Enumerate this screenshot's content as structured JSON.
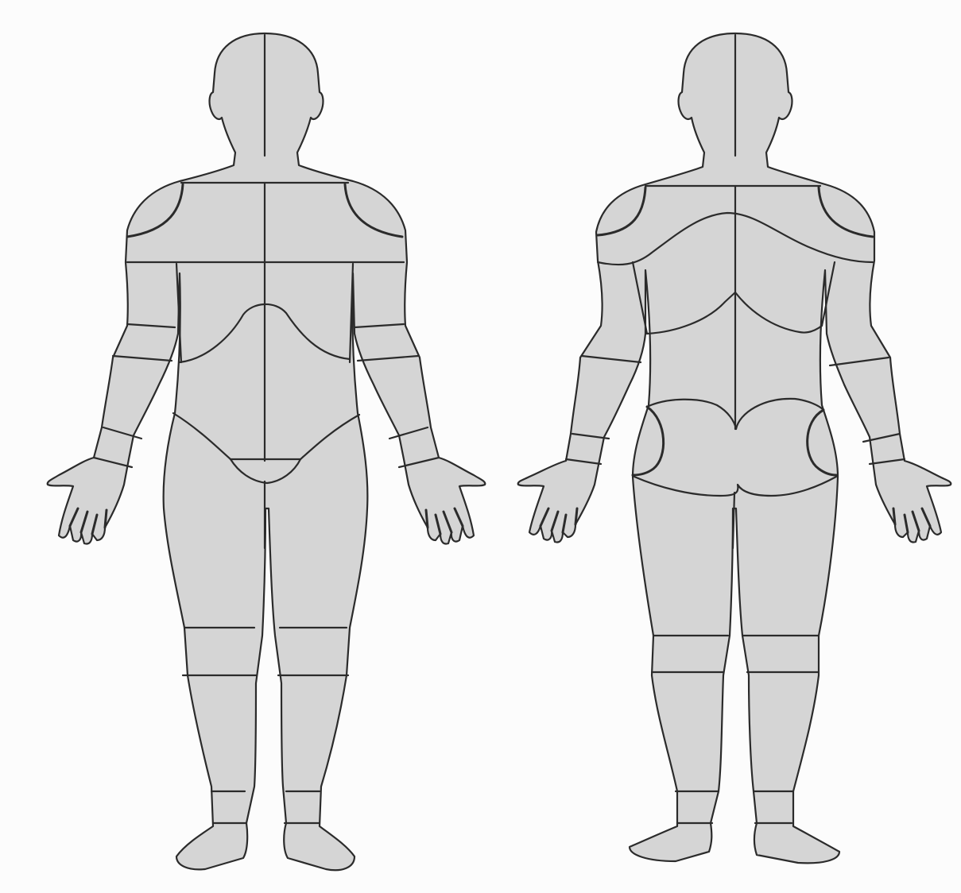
{
  "diagram": {
    "views": [
      {
        "view": "anterior",
        "name": "front-figure"
      },
      {
        "view": "posterior",
        "name": "back-figure"
      }
    ],
    "colors": {
      "background": "#fcfcfc",
      "body_fill": "#d5d5d5",
      "outline": "#2b2b2b"
    }
  }
}
